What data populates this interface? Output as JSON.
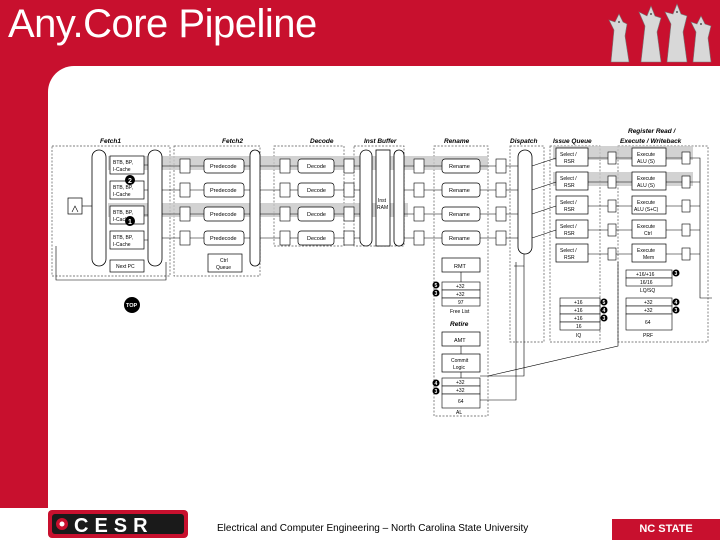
{
  "slide": {
    "title": "Any.Core Pipeline",
    "footer": "Electrical and Computer Engineering – North Carolina State University",
    "logo_left": "CESR",
    "logo_right": "NC STATE UNIVERSITY"
  },
  "stages": {
    "fetch1": "Fetch1",
    "fetch2": "Fetch2",
    "decode": "Decode",
    "instbuf": "Inst Buffer",
    "rename": "Rename",
    "dispatch": "Dispatch",
    "issue": "Issue Queue",
    "regread_1": "Register Read /",
    "regread_2": "Execute / Writeback"
  },
  "blocks": {
    "btb_1": "BTB, BP,",
    "btb_2": "I-Cache",
    "predecode": "Predecode",
    "decode": "Decode",
    "rename": "Rename",
    "inst_ram_1": "Inst",
    "inst_ram_2": "RAM",
    "next_pc": "Next PC",
    "ctrl_queue_1": "Ctrl",
    "ctrl_queue_2": "Queue",
    "select_1": "Select /",
    "select_2": "RSR",
    "exec_alu_s_1": "Execute",
    "exec_alu_s_2": "ALU (S)",
    "exec_alu_sc_2": "ALU (S+C)",
    "exec_ctrl_2": "Ctrl",
    "exec_mem_2": "Mem",
    "rmt": "RMT",
    "free_list": "Free List",
    "retire": "Retire",
    "amt": "AMT",
    "commit_1": "Commit",
    "commit_2": "Logic",
    "al": "AL",
    "iq": "IQ",
    "prf": "PRF",
    "lsq": "LQ/SQ",
    "top": "TOP"
  },
  "values": {
    "fl_a": "+32",
    "fl_b": "+32",
    "fl_c": "97",
    "iq_a": "+16",
    "iq_b": "+16",
    "iq_c": "+16",
    "iq_d": "16",
    "prf_a": "+32",
    "prf_b": "+32",
    "prf_c": "64",
    "lsq_a": "+16/+16",
    "lsq_b": "16/16",
    "al_a": "+32",
    "al_b": "+32",
    "al_c": "64"
  },
  "badges": {
    "one": "1",
    "two": "2",
    "three": "3",
    "four": "4",
    "five": "5"
  }
}
